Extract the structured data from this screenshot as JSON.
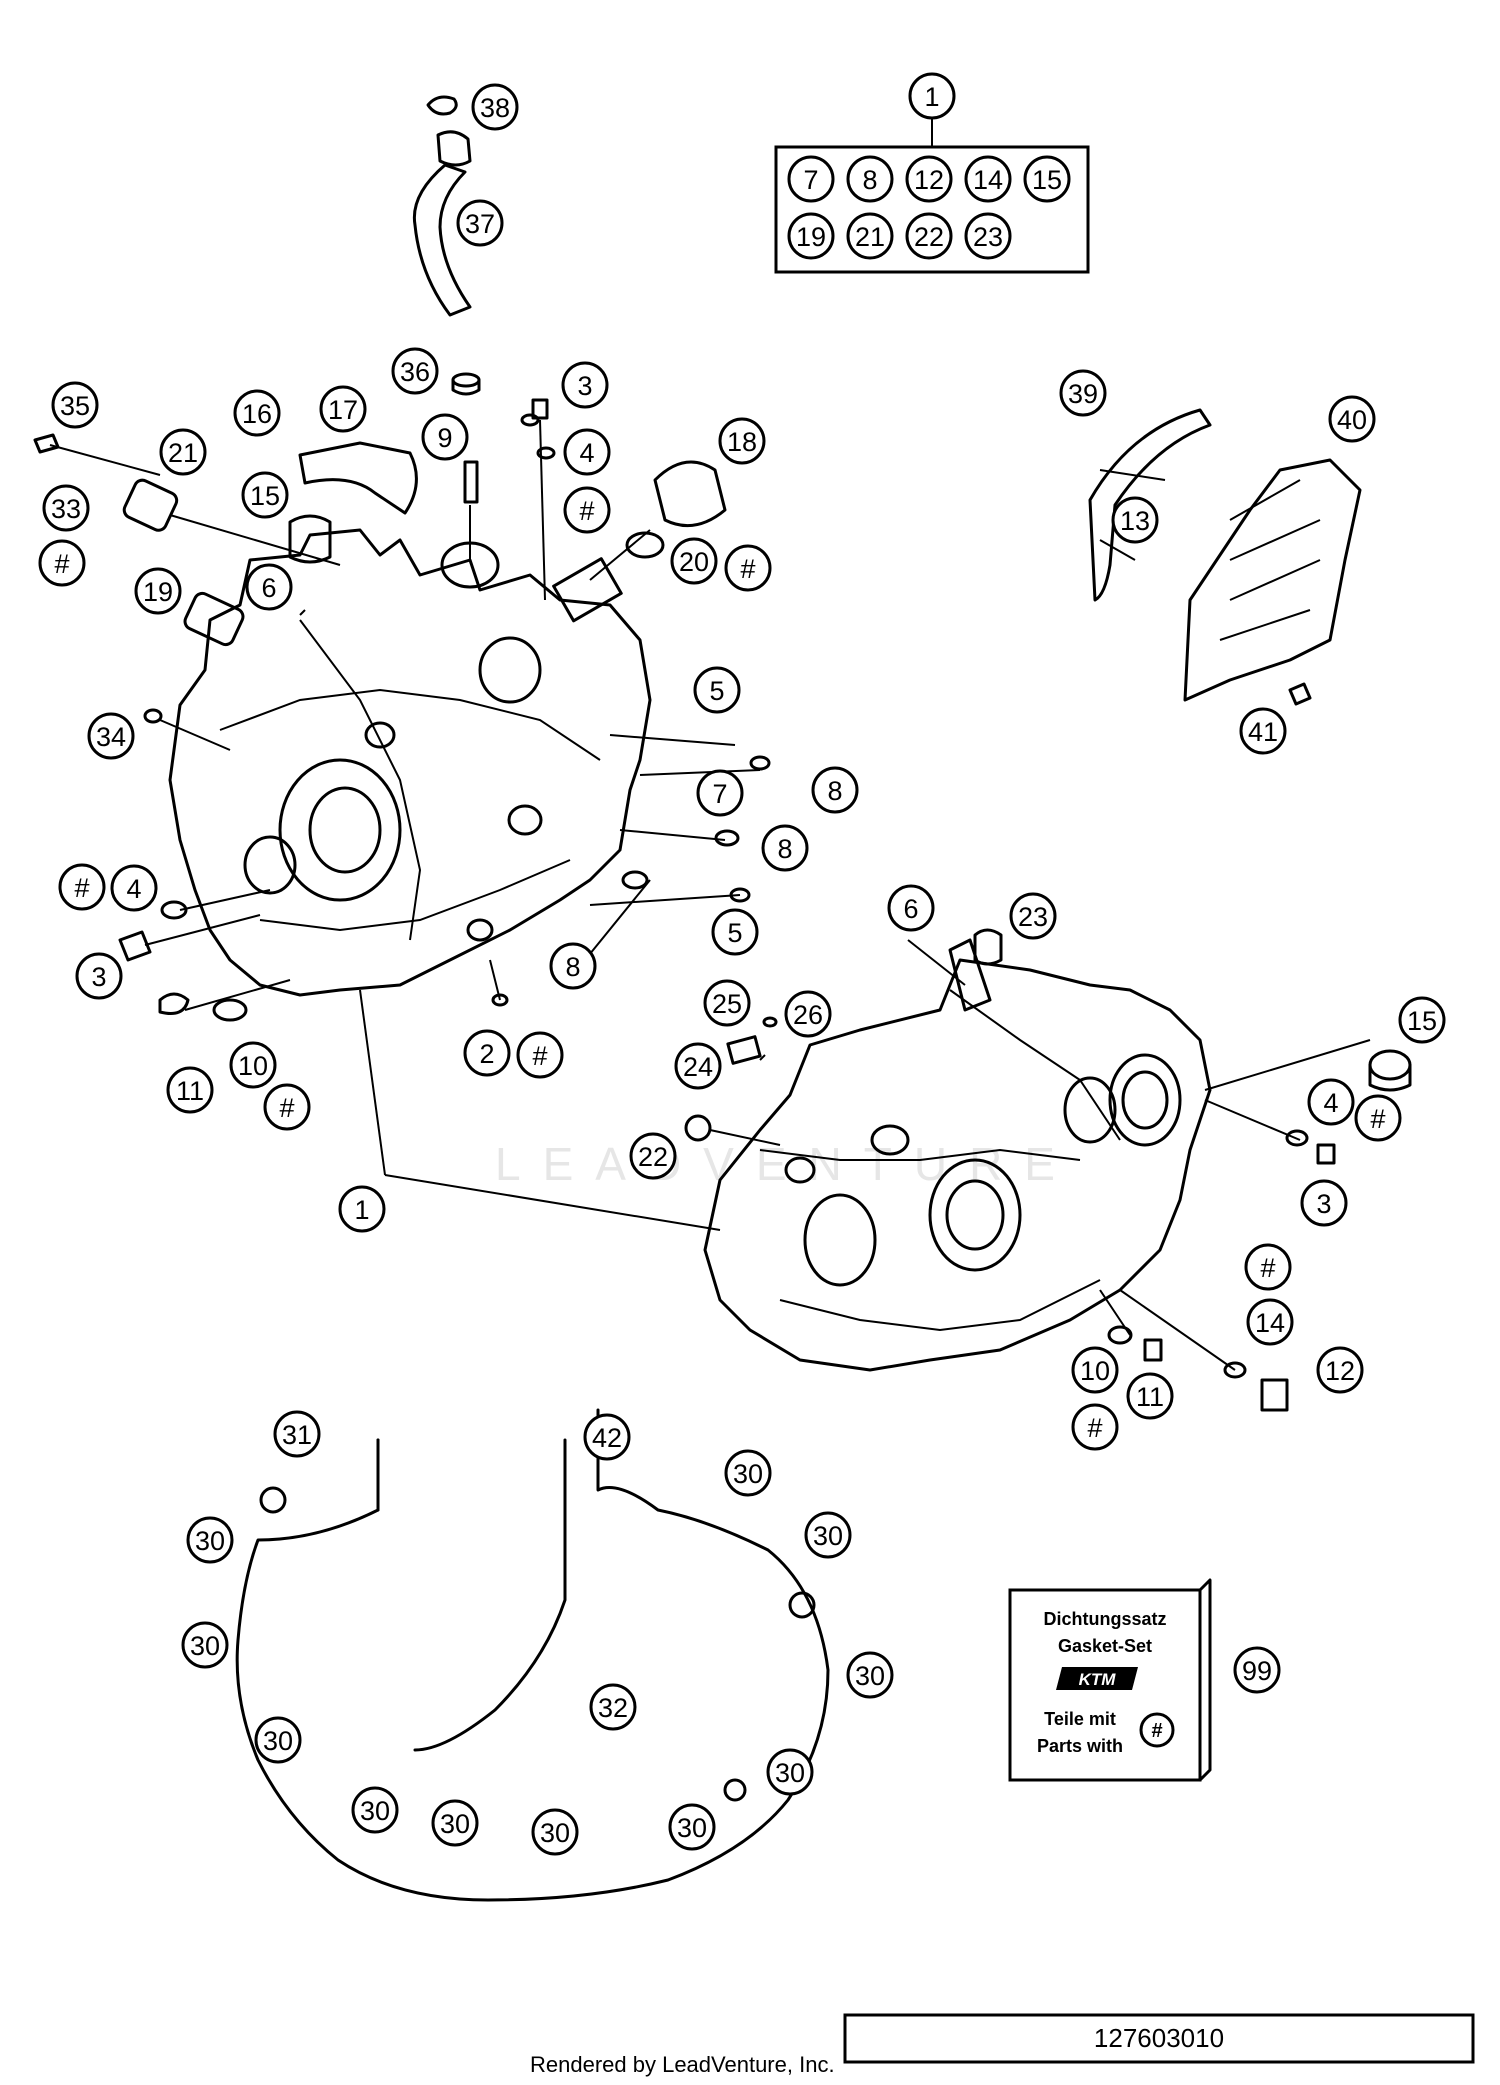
{
  "kit_callouts": {
    "main": "1",
    "row1": [
      "7",
      "8",
      "12",
      "14",
      "15"
    ],
    "row2": [
      "19",
      "21",
      "22",
      "23"
    ]
  },
  "callouts": [
    {
      "id": "c38",
      "label": "38"
    },
    {
      "id": "c37",
      "label": "37"
    },
    {
      "id": "c36",
      "label": "36"
    },
    {
      "id": "c35",
      "label": "35"
    },
    {
      "id": "c33",
      "label": "33"
    },
    {
      "id": "c33h",
      "label": "#"
    },
    {
      "id": "c21a",
      "label": "21"
    },
    {
      "id": "c16",
      "label": "16"
    },
    {
      "id": "c17",
      "label": "17"
    },
    {
      "id": "c15a",
      "label": "15"
    },
    {
      "id": "c9",
      "label": "9"
    },
    {
      "id": "c3a",
      "label": "3"
    },
    {
      "id": "c4a",
      "label": "4"
    },
    {
      "id": "c4ah",
      "label": "#"
    },
    {
      "id": "c18",
      "label": "18"
    },
    {
      "id": "c20",
      "label": "20"
    },
    {
      "id": "c20h",
      "label": "#"
    },
    {
      "id": "c19",
      "label": "19"
    },
    {
      "id": "c6a",
      "label": "6"
    },
    {
      "id": "c5a",
      "label": "5"
    },
    {
      "id": "c34",
      "label": "34"
    },
    {
      "id": "c8a",
      "label": "8"
    },
    {
      "id": "c7",
      "label": "7"
    },
    {
      "id": "c8b",
      "label": "8"
    },
    {
      "id": "c4bh",
      "label": "#"
    },
    {
      "id": "c4b",
      "label": "4"
    },
    {
      "id": "c3b",
      "label": "3"
    },
    {
      "id": "c5b",
      "label": "5"
    },
    {
      "id": "c8c",
      "label": "8"
    },
    {
      "id": "c2",
      "label": "2"
    },
    {
      "id": "c2h",
      "label": "#"
    },
    {
      "id": "c11a",
      "label": "11"
    },
    {
      "id": "c10a",
      "label": "10"
    },
    {
      "id": "c10ah",
      "label": "#"
    },
    {
      "id": "c39",
      "label": "39"
    },
    {
      "id": "c40",
      "label": "40"
    },
    {
      "id": "c13",
      "label": "13"
    },
    {
      "id": "c41",
      "label": "41"
    },
    {
      "id": "c6b",
      "label": "6"
    },
    {
      "id": "c23",
      "label": "23"
    },
    {
      "id": "c25",
      "label": "25"
    },
    {
      "id": "c26",
      "label": "26"
    },
    {
      "id": "c24",
      "label": "24"
    },
    {
      "id": "c22",
      "label": "22"
    },
    {
      "id": "c15b",
      "label": "15"
    },
    {
      "id": "c4c",
      "label": "4"
    },
    {
      "id": "c4ch",
      "label": "#"
    },
    {
      "id": "c3c",
      "label": "3"
    },
    {
      "id": "c1b",
      "label": "1"
    },
    {
      "id": "c14h",
      "label": "#"
    },
    {
      "id": "c14",
      "label": "14"
    },
    {
      "id": "c12",
      "label": "12"
    },
    {
      "id": "c10b",
      "label": "10"
    },
    {
      "id": "c11b",
      "label": "11"
    },
    {
      "id": "c10bh",
      "label": "#"
    },
    {
      "id": "c31",
      "label": "31"
    },
    {
      "id": "c42",
      "label": "42"
    },
    {
      "id": "c30a",
      "label": "30"
    },
    {
      "id": "c30b",
      "label": "30"
    },
    {
      "id": "c30c",
      "label": "30"
    },
    {
      "id": "c30d",
      "label": "30"
    },
    {
      "id": "c30e",
      "label": "30"
    },
    {
      "id": "c30f",
      "label": "30"
    },
    {
      "id": "c30g",
      "label": "30"
    },
    {
      "id": "c30h",
      "label": "30"
    },
    {
      "id": "c30i",
      "label": "30"
    },
    {
      "id": "c30j",
      "label": "30"
    },
    {
      "id": "c30k",
      "label": "30"
    },
    {
      "id": "c32",
      "label": "32"
    },
    {
      "id": "c99",
      "label": "99"
    }
  ],
  "gasket_box": {
    "line1": "Dichtungssatz",
    "line2": "Gasket-Set",
    "logo": "KTM",
    "line3": "Teile mit",
    "line4": "Parts with",
    "mark": "#"
  },
  "watermark": "LEADVENTURE",
  "footer": {
    "rendered_by": "Rendered by LeadVenture, Inc.",
    "diagram_number": "127603010"
  }
}
